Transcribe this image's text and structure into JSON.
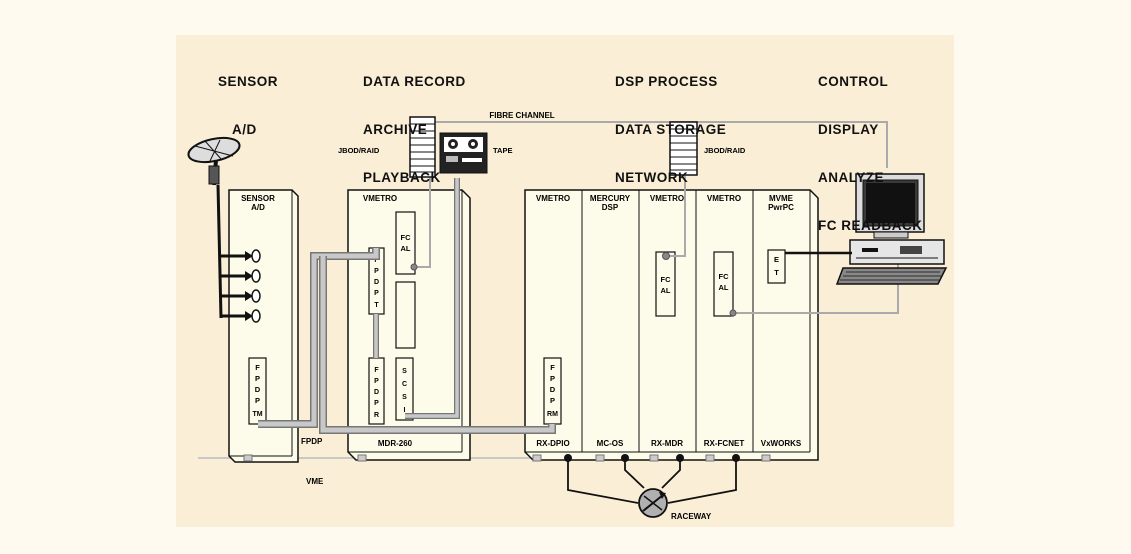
{
  "colors": {
    "page": "#fffaf0",
    "panel": "#fbeed6",
    "card": "#fdfbe9",
    "cable": "#aaaaaa",
    "ink": "#111111"
  },
  "headers": {
    "sensor": [
      "SENSOR",
      "A/D"
    ],
    "record": [
      "DATA RECORD",
      "ARCHIVE",
      "PLAYBACK"
    ],
    "dsp": [
      "DSP PROCESS",
      "DATA STORAGE",
      "NETWORK"
    ],
    "control": [
      "CONTROL",
      "DISPLAY",
      "ANALYZE",
      "FC READBACK"
    ]
  },
  "labels": {
    "fibre_channel": "FIBRE CHANNEL",
    "jbod_raid_left": "JBOD/RAID",
    "jbod_raid_right": "JBOD/RAID",
    "tape": "TAPE",
    "fpdp": "FPDP",
    "vme": "VME",
    "raceway": "RACEWAY"
  },
  "chassis": {
    "sensor": {
      "title": [
        "SENSOR",
        "A/D"
      ],
      "fpdp_module": [
        "F",
        "P",
        "D",
        "P",
        "TM"
      ]
    },
    "recorder": {
      "title": "VMETRO",
      "bottom": "MDR-260",
      "fc_module": [
        "FC",
        "AL"
      ],
      "fpdp_top": [
        "F",
        "P",
        "D",
        "P",
        "T"
      ],
      "fpdp_bottom": [
        "F",
        "P",
        "D",
        "P",
        "R"
      ],
      "scsi": [
        "S",
        "C",
        "S",
        "I"
      ]
    },
    "cards": [
      {
        "title": [
          "VMETRO"
        ],
        "bottom": "RX-DPIO",
        "module": [
          "F",
          "P",
          "D",
          "P",
          "RM"
        ]
      },
      {
        "title": [
          "MERCURY",
          "DSP"
        ],
        "bottom": "MC-OS"
      },
      {
        "title": [
          "VMETRO"
        ],
        "bottom": "RX-MDR",
        "module": [
          "FC",
          "AL"
        ]
      },
      {
        "title": [
          "VMETRO"
        ],
        "bottom": "RX-FCNET",
        "module": [
          "FC",
          "AL"
        ]
      },
      {
        "title": [
          "MVME",
          "PwrPC"
        ],
        "bottom": "VxWORKS",
        "module": [
          "E",
          "T"
        ]
      }
    ]
  }
}
